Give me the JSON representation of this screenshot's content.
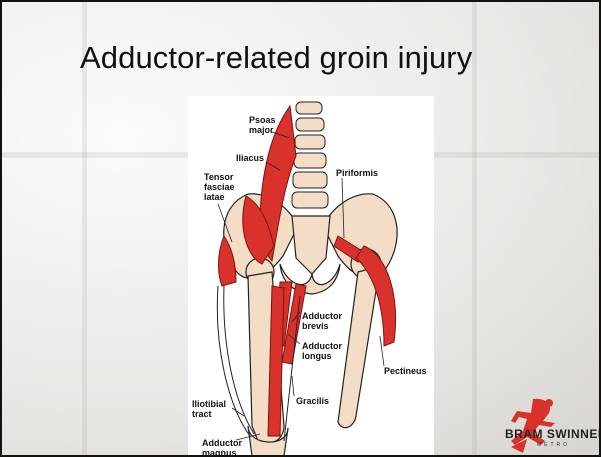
{
  "slide": {
    "title": "Adductor-related groin injury"
  },
  "figure": {
    "labels": {
      "psoas_major": "Psoas\nmajor",
      "iliacus": "Iliacus",
      "tensor_fasciae_latae": "Tensor\nfasciae\nlatae",
      "piriformis": "Piriformis",
      "adductor_brevis": "Adductor\nbrevis",
      "adductor_longus": "Adductor\nlongus",
      "pectineus": "Pectineus",
      "gracilis": "Gracilis",
      "iliotibial_tract": "Iliotibial\ntract",
      "adductor_magnus": "Adductor\nmagnus"
    }
  },
  "logo": {
    "name": "BRAM SWINNEN",
    "sub": "METRO"
  },
  "colors": {
    "muscle": "#d9322c",
    "bone": "#f3ddc6",
    "outline": "#222222"
  }
}
